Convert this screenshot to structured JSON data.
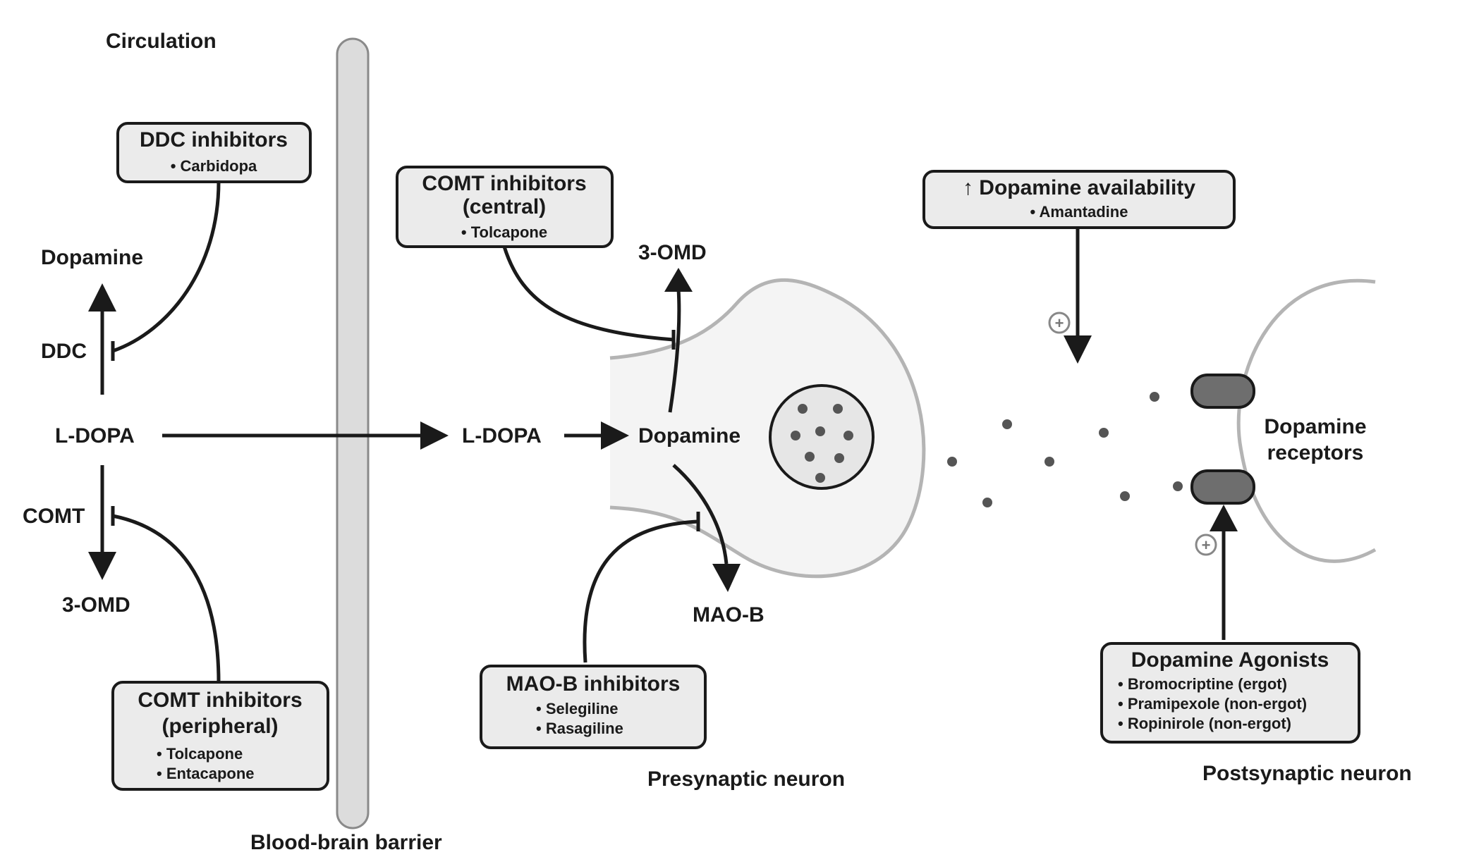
{
  "regions": {
    "circulation": "Circulation",
    "bbb": "Blood-brain barrier",
    "presynaptic": "Presynaptic neuron",
    "postsynaptic": "Postsynaptic neuron"
  },
  "labels": {
    "dopamine_periph": "Dopamine",
    "ddc": "DDC",
    "ldopa_periph": "L-DOPA",
    "comt": "COMT",
    "omd_periph": "3-OMD",
    "ldopa_central": "L-DOPA",
    "dopamine_central": "Dopamine",
    "omd_central": "3-OMD",
    "maob": "MAO-B",
    "receptors_line1": "Dopamine",
    "receptors_line2": "receptors"
  },
  "boxes": {
    "ddc_inhib": {
      "title": "DDC inhibitors",
      "items": [
        "• Carbidopa"
      ]
    },
    "comt_periph": {
      "title1": "COMT inhibitors",
      "title2": "(peripheral)",
      "items": [
        "• Tolcapone",
        "• Entacapone"
      ]
    },
    "comt_central": {
      "title1": "COMT inhibitors",
      "title2": "(central)",
      "items": [
        "• Tolcapone"
      ]
    },
    "maob_inhib": {
      "title": "MAO-B inhibitors",
      "items": [
        "• Selegiline",
        "• Rasagiline"
      ]
    },
    "da_avail": {
      "title": "↑ Dopamine availability",
      "items": [
        "• Amantadine"
      ]
    },
    "agonists": {
      "title": "Dopamine Agonists",
      "items": [
        "• Bromocriptine (ergot)",
        "• Pramipexole (non-ergot)",
        "• Ropinirole (non-ergot)"
      ]
    }
  },
  "symbols": {
    "plus": "+"
  },
  "colors": {
    "box_fill": "#ebebeb",
    "box_stroke": "#1a1a1a",
    "membrane": "#b4b4b4",
    "barrier_fill": "#dcdcdc",
    "dot": "#555555",
    "receptor": "#6e6e6e"
  }
}
